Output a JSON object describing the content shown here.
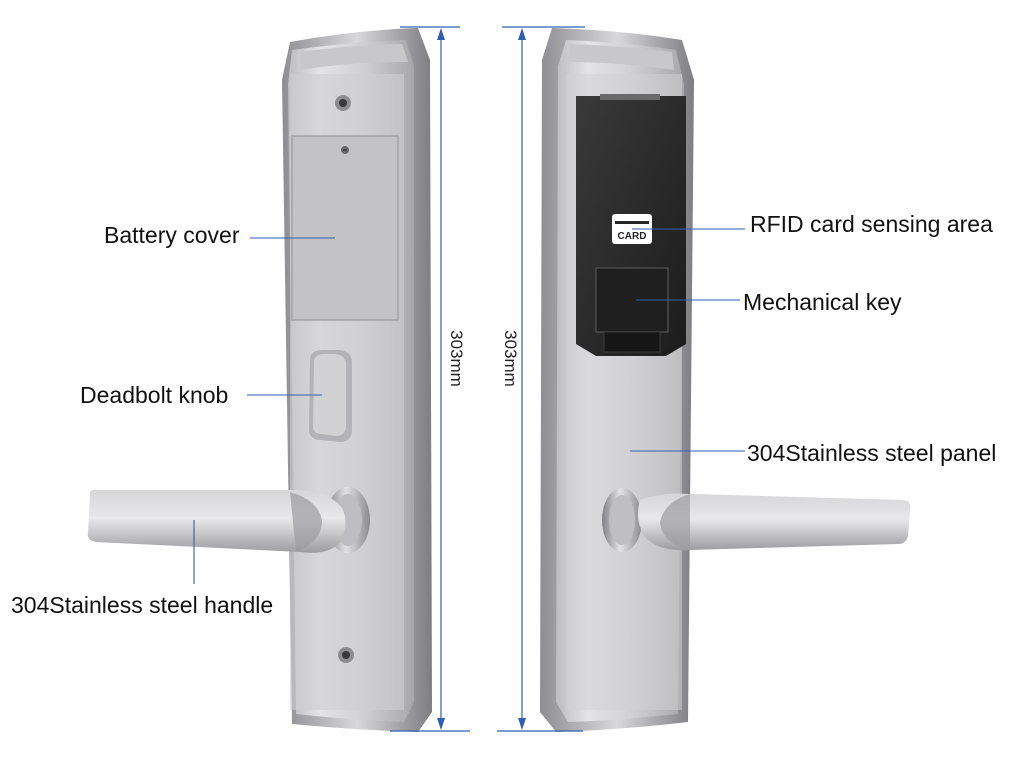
{
  "labels": {
    "battery_cover": "Battery cover",
    "deadbolt_knob": "Deadbolt knob",
    "handle": "304Stainless steel handle",
    "rfid": "RFID card sensing area",
    "mechanical_key": "Mechanical key",
    "panel": "304Stainless steel panel"
  },
  "dimensions": {
    "left_height": "303mm",
    "right_height": "303mm"
  },
  "card_icon_text": "CARD",
  "colors": {
    "leader_line": "#2f5fb0",
    "steel_light": "#d9d9db",
    "steel_dark": "#9a9a9e",
    "glass_panel": "#262626"
  }
}
